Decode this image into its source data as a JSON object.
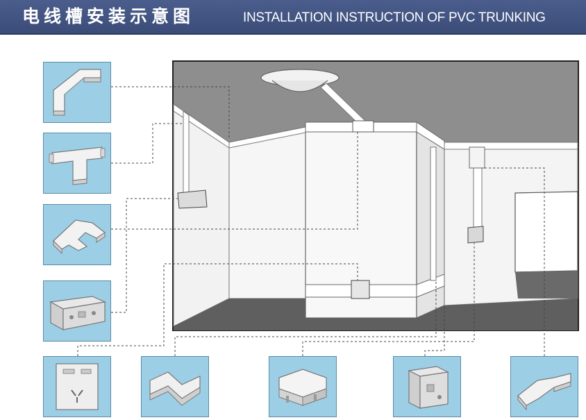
{
  "header": {
    "title_cn": "电线槽安装示意图",
    "title_en": "INSTALLATION INSTRUCTION OF PVC TRUNKING"
  },
  "colors": {
    "header_bg": "#3f5180",
    "tile_bg": "#9ccfe6",
    "ceiling": "#8e8e8e",
    "wall": "#f4f4f4",
    "floor": "#5f5f5f",
    "trunking": "#ffffff"
  },
  "components": [
    {
      "id": "flat-elbow",
      "icon": "flat-elbow-icon"
    },
    {
      "id": "tee",
      "icon": "tee-icon"
    },
    {
      "id": "flat-tee",
      "icon": "flat-tee-icon"
    },
    {
      "id": "mounting-box",
      "icon": "mounting-box-icon"
    },
    {
      "id": "socket-faceplate",
      "icon": "socket-faceplate-icon"
    },
    {
      "id": "internal-angle",
      "icon": "internal-angle-icon"
    },
    {
      "id": "end-cap",
      "icon": "end-cap-icon"
    },
    {
      "id": "square-box",
      "icon": "square-box-icon"
    },
    {
      "id": "reducer",
      "icon": "reducer-icon"
    }
  ]
}
